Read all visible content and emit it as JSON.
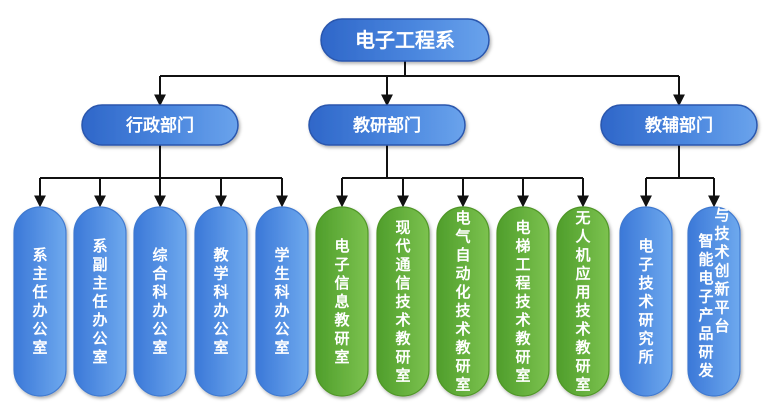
{
  "root": {
    "label": "电子工程系"
  },
  "departments": [
    {
      "label": "行政部门",
      "units": [
        {
          "label": "系主任办公室",
          "columns": [
            "系主任办公室"
          ]
        },
        {
          "label": "系副主任办公室",
          "columns": [
            "系副主任办公室"
          ]
        },
        {
          "label": "综合科办公室",
          "columns": [
            "综合科办公室"
          ]
        },
        {
          "label": "教学科办公室",
          "columns": [
            "教学科办公室"
          ]
        },
        {
          "label": "学生科办公室",
          "columns": [
            "学生科办公室"
          ]
        }
      ]
    },
    {
      "label": "教研部门",
      "units": [
        {
          "label": "电子信息教研室",
          "columns": [
            "电子信息教研室"
          ]
        },
        {
          "label": "现代通信技术教研室",
          "columns": [
            "现代通信技术教研室"
          ]
        },
        {
          "label": "电气自动化技术教研室",
          "columns": [
            "电气自动化技术教研室"
          ]
        },
        {
          "label": "电梯工程技术教研室",
          "columns": [
            "电梯工程技术教研室"
          ]
        },
        {
          "label": "无人机应用技术教研室",
          "columns": [
            "无人机应用技术教研室"
          ]
        }
      ]
    },
    {
      "label": "教辅部门",
      "units": [
        {
          "label": "电子技术研究所",
          "columns": [
            "电子技术研究所"
          ]
        },
        {
          "label": "智能电子产品研发与技术创新平台",
          "columns": [
            "智能电子产品研发",
            "与技术创新平台"
          ]
        }
      ]
    }
  ],
  "colors": {
    "dept_fill": "#3d6fd0",
    "admin_unit": "#4f8fe0",
    "research_unit": "#62b23a",
    "support_unit": "#4f8fe0",
    "connector": "#111111"
  }
}
